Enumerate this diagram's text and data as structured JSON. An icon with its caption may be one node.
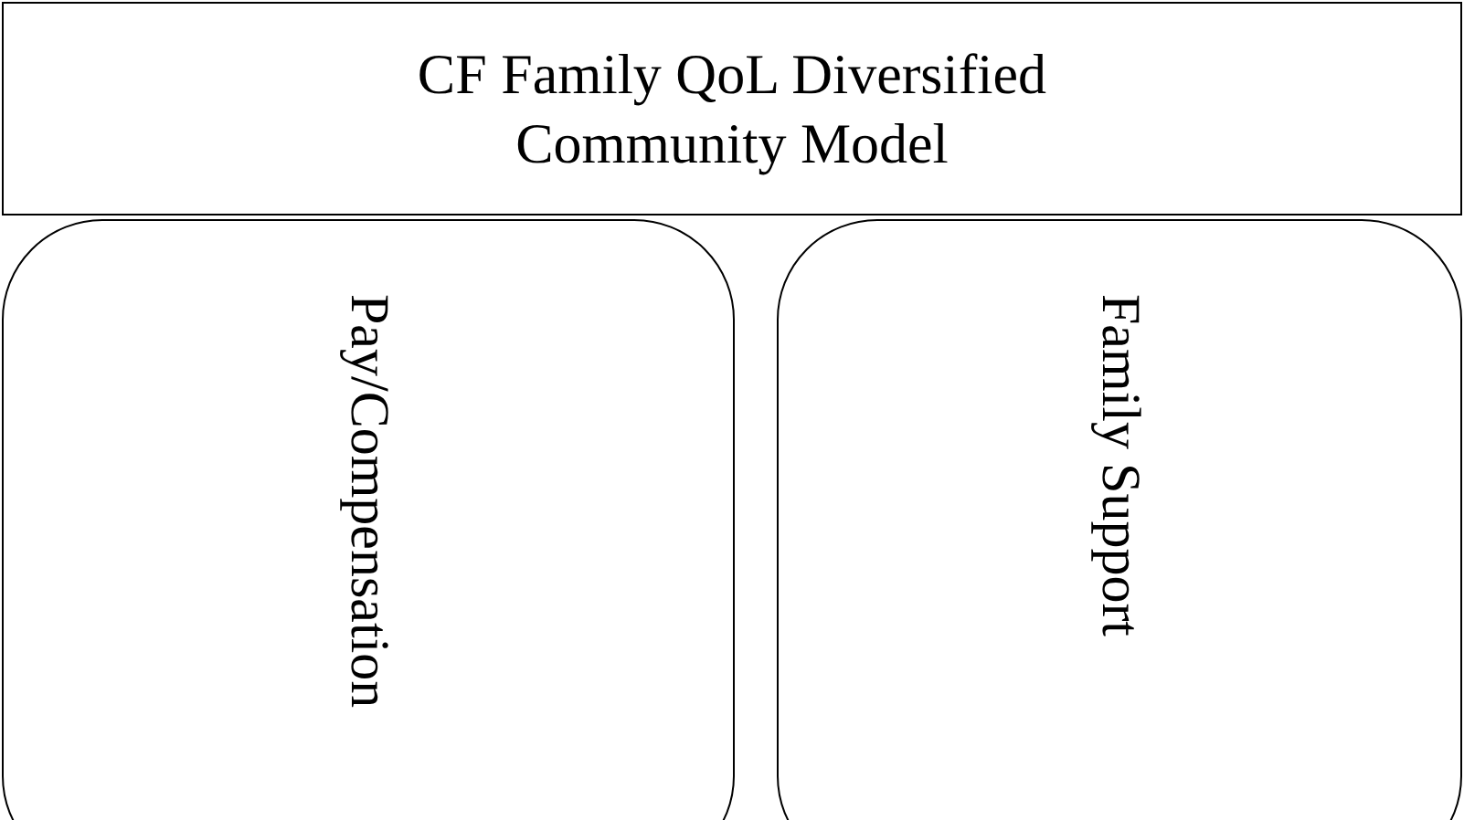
{
  "diagram": {
    "nodes": [
      {
        "text": [
          "CF Family QoL Diversified Community Model"
        ]
      },
      {
        "text": [
          "Pay/Compensation"
        ]
      },
      {
        "text": [
          "Family Support"
        ]
      }
    ]
  }
}
